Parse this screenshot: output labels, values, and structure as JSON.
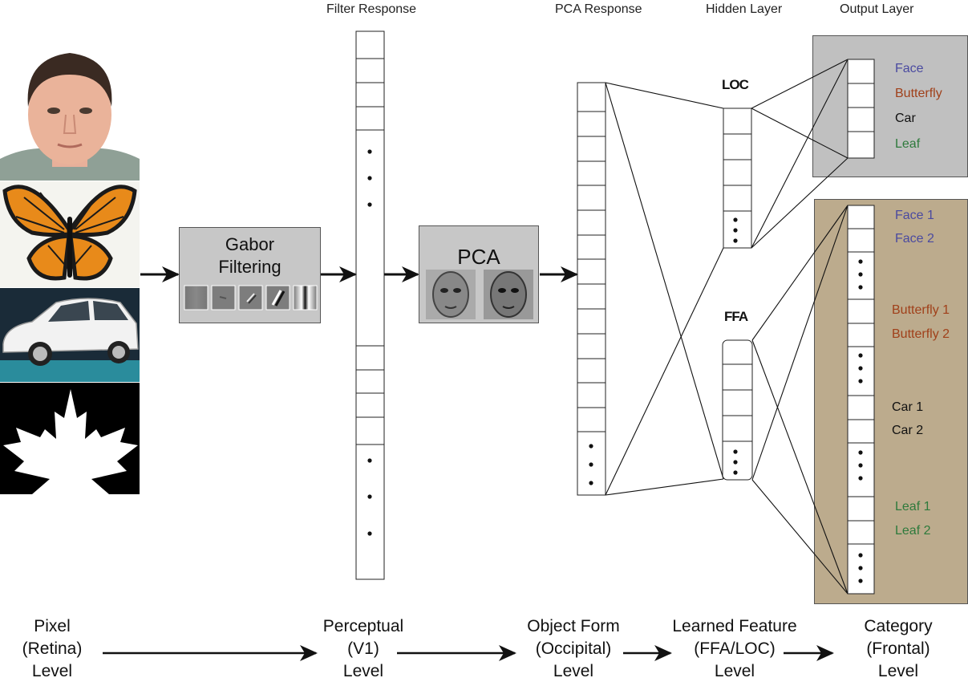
{
  "titles": {
    "filter_response": "Filter Response",
    "pca_response": "PCA Response",
    "hidden_layer": "Hidden Layer",
    "output_layer": "Output Layer"
  },
  "input_images": [
    "face-photo",
    "butterfly-photo",
    "car-photo",
    "leaf-silhouette"
  ],
  "gabor": {
    "line1": "Gabor",
    "line2": "Filtering",
    "kernel_count": 5
  },
  "pca": {
    "title": "PCA",
    "eigenface_count": 2
  },
  "hidden": {
    "loc_label": "LOC",
    "ffa_label": "FFA"
  },
  "output_top": {
    "labels": [
      "Face",
      "Butterfly",
      "Car",
      "Leaf"
    ],
    "colors": [
      "#4a4aa0",
      "#a0401a",
      "#111111",
      "#2e7a3c"
    ],
    "box_color": "#c0c0c0"
  },
  "output_bottom": {
    "labels": [
      "Face 1",
      "Face 2",
      "Butterfly 1",
      "Butterfly 2",
      "Car 1",
      "Car 2",
      "Leaf 1",
      "Leaf 2"
    ],
    "colors": [
      "#4a4aa0",
      "#4a4aa0",
      "#a0401a",
      "#a0401a",
      "#111111",
      "#111111",
      "#2e7a3c",
      "#2e7a3c"
    ],
    "box_color": "#bcab8d"
  },
  "levels": {
    "pixel": "Pixel\n(Retina)\nLevel",
    "perceptual": "Perceptual\n(V1)\nLevel",
    "object_form": "Object Form\n(Occipital)\nLevel",
    "learned_feature": "Learned Feature\n(FFA/LOC)\nLevel",
    "category": "Category\n(Frontal)\nLevel"
  }
}
